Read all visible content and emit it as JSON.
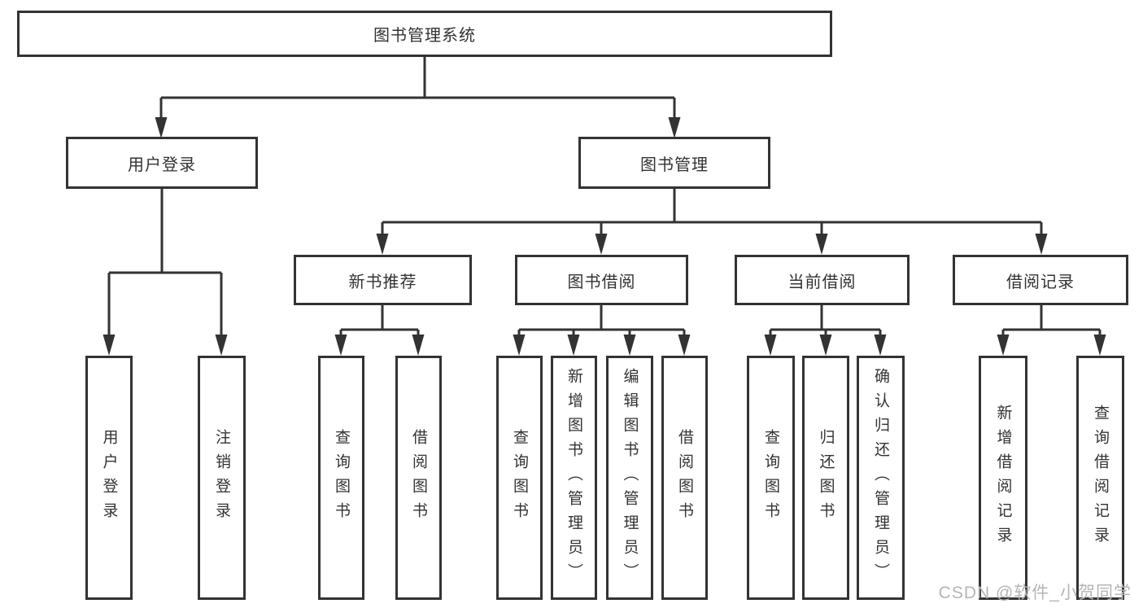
{
  "diagram": {
    "root": "图书管理系统",
    "branches": [
      {
        "label": "用户登录",
        "children": [
          "用户登录",
          "注销登录"
        ]
      },
      {
        "label": "图书管理",
        "groups": [
          {
            "label": "新书推荐",
            "children": [
              "查询图书",
              "借阅图书"
            ]
          },
          {
            "label": "图书借阅",
            "children": [
              "查询图书",
              "新增图书（管理员）",
              "编辑图书（管理员）",
              "借阅图书"
            ]
          },
          {
            "label": "当前借阅",
            "children": [
              "查询图书",
              "归还图书",
              "确认归还（管理员）"
            ]
          },
          {
            "label": "借阅记录",
            "children": [
              "新增借阅记录",
              "查询借阅记录"
            ]
          }
        ]
      }
    ]
  },
  "watermark": "CSDN @软件_小贺同学",
  "colors": {
    "line": "#333333",
    "box_border": "#333333",
    "text": "#333333",
    "watermark_text": "#b5b5b5",
    "background": "#ffffff"
  }
}
